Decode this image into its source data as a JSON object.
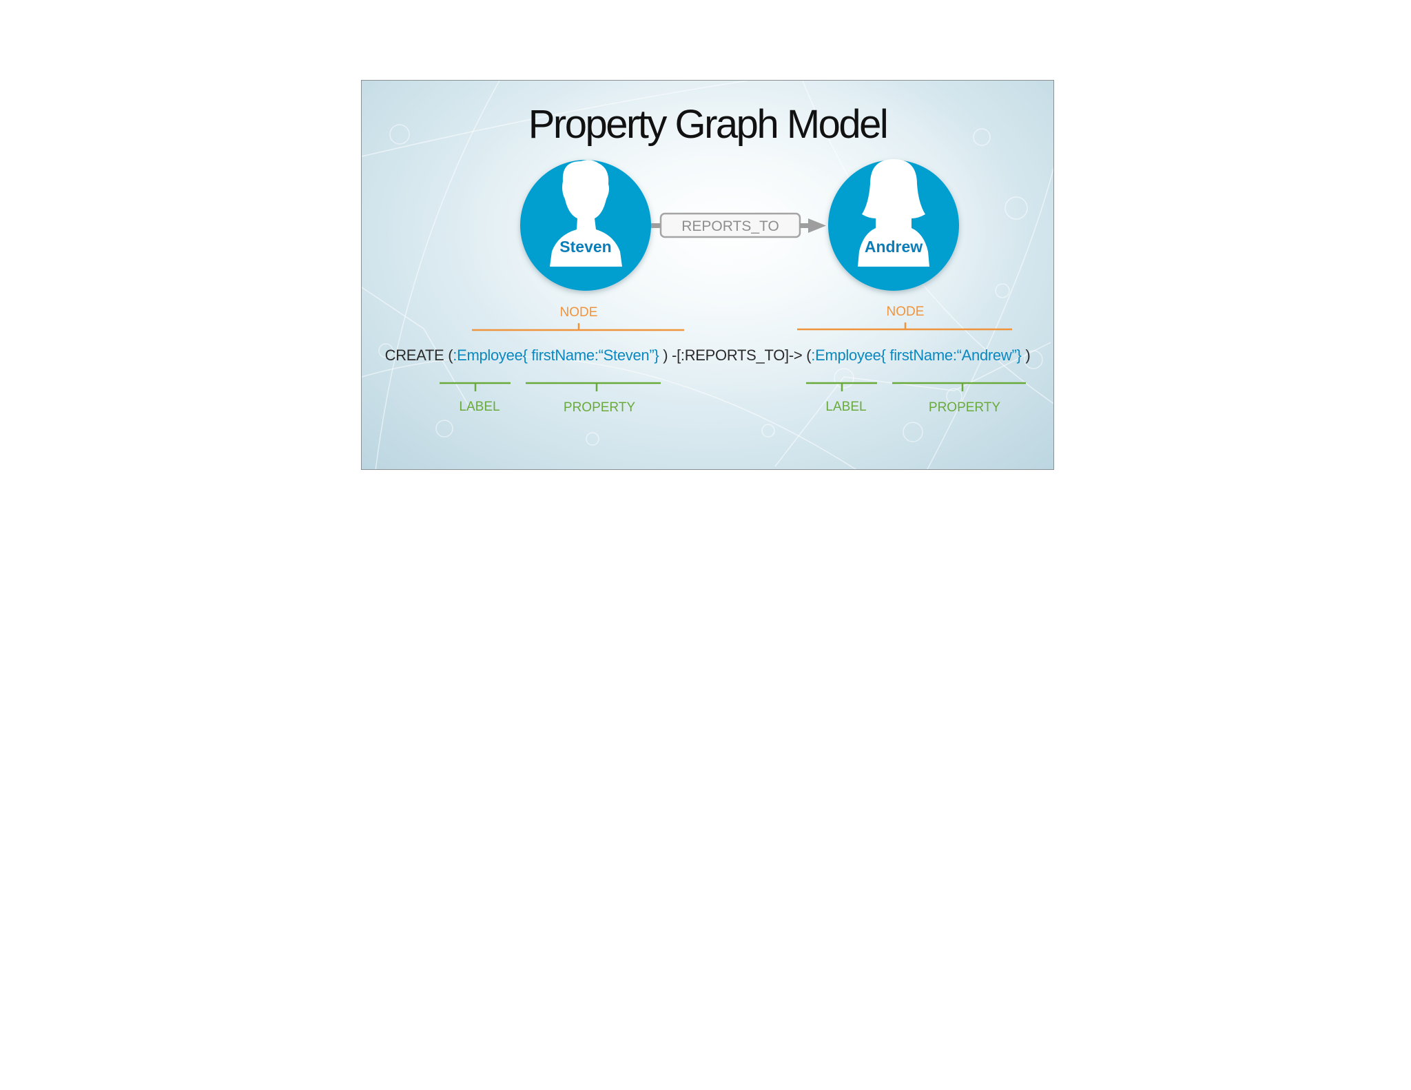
{
  "title": "Property Graph Model",
  "nodes": [
    {
      "name": "Steven",
      "gender": "male"
    },
    {
      "name": "Andrew",
      "gender": "female"
    }
  ],
  "relationship": {
    "label": "REPORTS_TO"
  },
  "annotations": {
    "node_left": "NODE",
    "node_right": "NODE",
    "label_left": "LABEL",
    "property_left": "PROPERTY",
    "label_right": "LABEL",
    "property_right": "PROPERTY"
  },
  "cypher": {
    "create": "CREATE (",
    "label1": ":Employee{",
    "prop1": " firstName:“Steven”}",
    "mid": " ) -[:REPORTS_TO]-> (",
    "label2": ":Employee{",
    "prop2": " firstName:“Andrew”}",
    "end": " )"
  },
  "colors": {
    "node_fill": "#069fd0",
    "node_text": "#0a7db8",
    "annotation_orange": "#f0943c",
    "annotation_green": "#6aaa3a",
    "code_blue": "#0a88bf",
    "arrow_gray": "#9a9a9a"
  }
}
